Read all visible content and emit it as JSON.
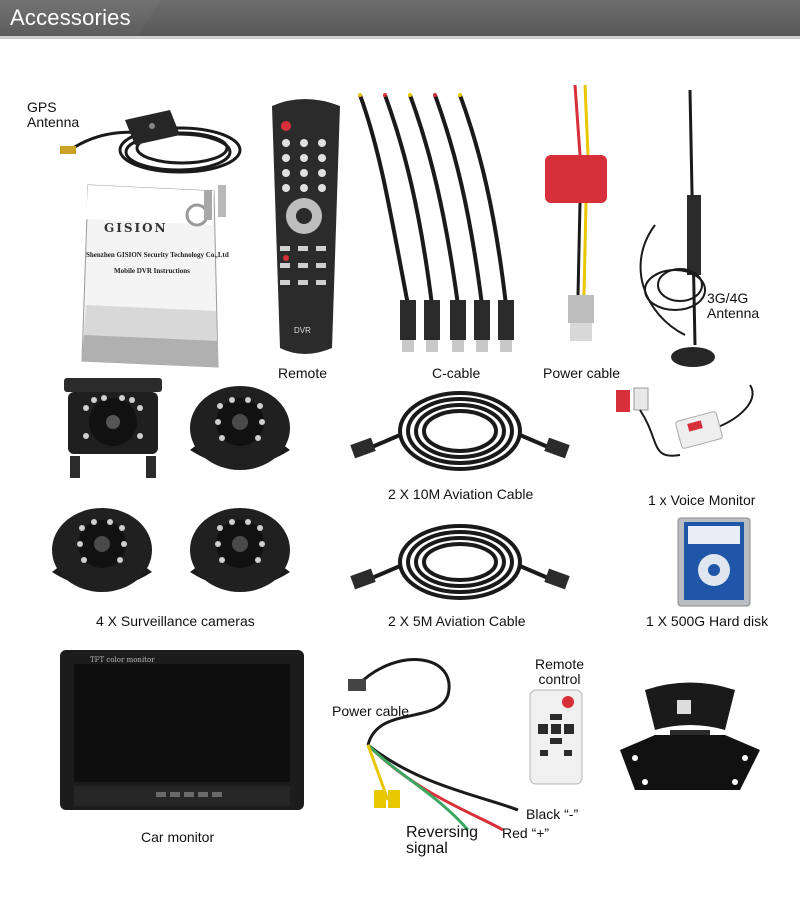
{
  "header": {
    "title": "Accessories"
  },
  "labels": {
    "gps_antenna": "GPS\nAntenna",
    "remote": "Remote",
    "c_cable": "C-cable",
    "power_cable_top": "Power cable",
    "antenna_3g4g": "3G/4G\nAntenna",
    "aviation_10m": "2 X 10M Aviation Cable",
    "voice_monitor": "1 x Voice Monitor",
    "surveillance_cameras": "4 X Surveillance cameras",
    "aviation_5m": "2 X 5M Aviation Cable",
    "hard_disk": "1 X 500G Hard disk",
    "car_monitor": "Car monitor",
    "power_cable_bottom": "Power cable",
    "remote_control": "Remote\ncontrol",
    "black_wire": "Black “-”",
    "red_wire": "Red “+”",
    "reversing_signal": "Reversing\nsignal"
  },
  "manual": {
    "brand": "GISION",
    "line1": "Shenzhen GISION Security Technology Co.,Ltd",
    "line2": "Mobile DVR Instructions"
  },
  "remote": {
    "brand": "DVR"
  },
  "monitor": {
    "screen_caption": "TFT color monitor"
  },
  "colors": {
    "header_bg": "#616161",
    "cable_black": "#1a1a1a",
    "red": "#d8303a",
    "yellow": "#e8c600",
    "green": "#3aa860",
    "hdd_blue": "#1f56a8"
  }
}
